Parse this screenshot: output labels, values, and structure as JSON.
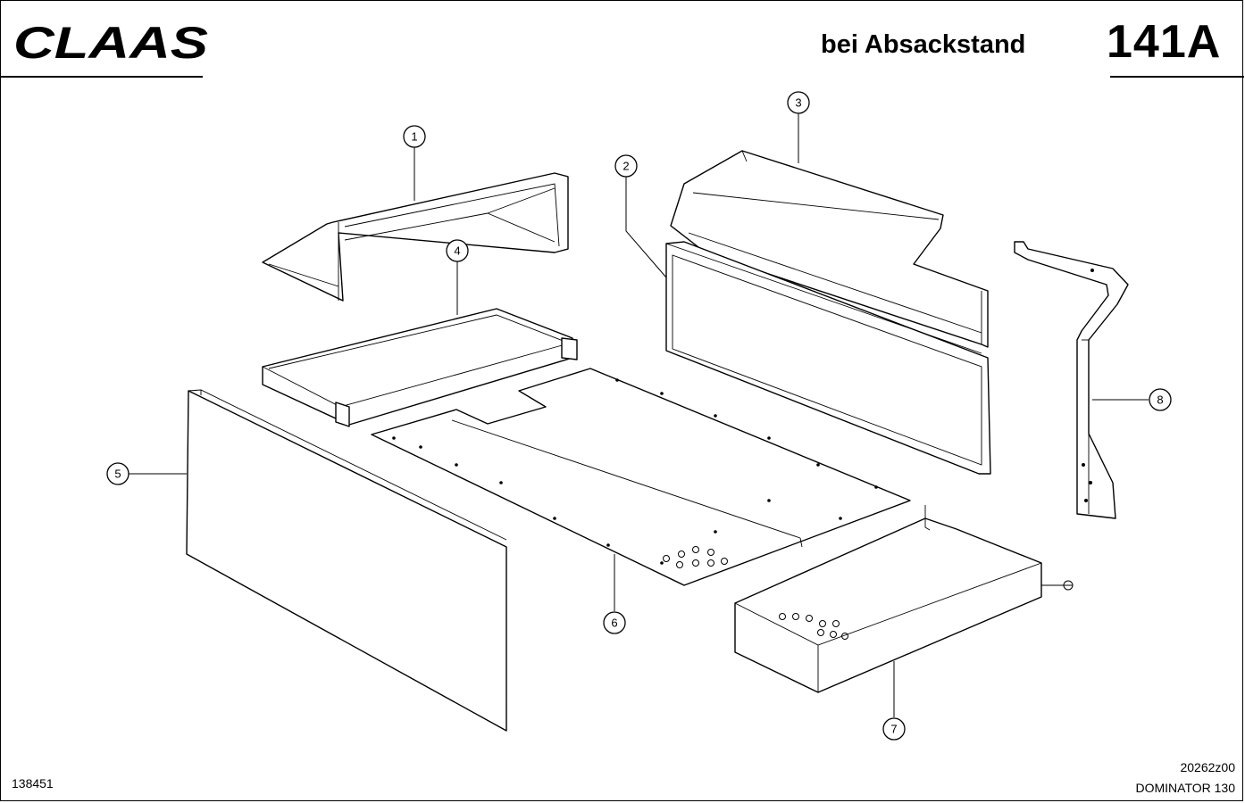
{
  "header": {
    "brand": "CLAAS",
    "subtitle": "bei Absackstand",
    "page_number": "141A"
  },
  "footer": {
    "left_code": "138451",
    "drawing_number": "20262z00",
    "model": "DOMINATOR 130"
  },
  "callouts": [
    {
      "label": "1"
    },
    {
      "label": "2"
    },
    {
      "label": "3"
    },
    {
      "label": "4"
    },
    {
      "label": "5"
    },
    {
      "label": "6"
    },
    {
      "label": "7"
    },
    {
      "label": "8"
    }
  ]
}
